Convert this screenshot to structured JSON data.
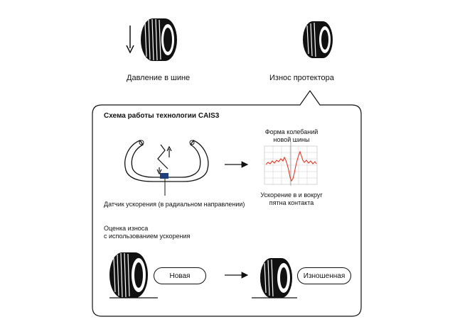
{
  "top": {
    "pressure_label": "Давление в шине",
    "wear_label": "Износ протектора"
  },
  "panel": {
    "title": "Схема работы технологии CAIS3",
    "sensor_label": "Датчик ускорения (в радиальном направлении)",
    "waveform_title": "Форма колебаний\nновой шины",
    "waveform_caption": "Ускорение в и вокруг\nпятна контакта",
    "estimation_label": "Оценка износа\nс использованием ускорения",
    "new_label": "Новая",
    "worn_label": "Изношенная"
  },
  "colors": {
    "waveform": "#e53a26",
    "sensor": "#1f3f7a",
    "outline": "#111111"
  }
}
